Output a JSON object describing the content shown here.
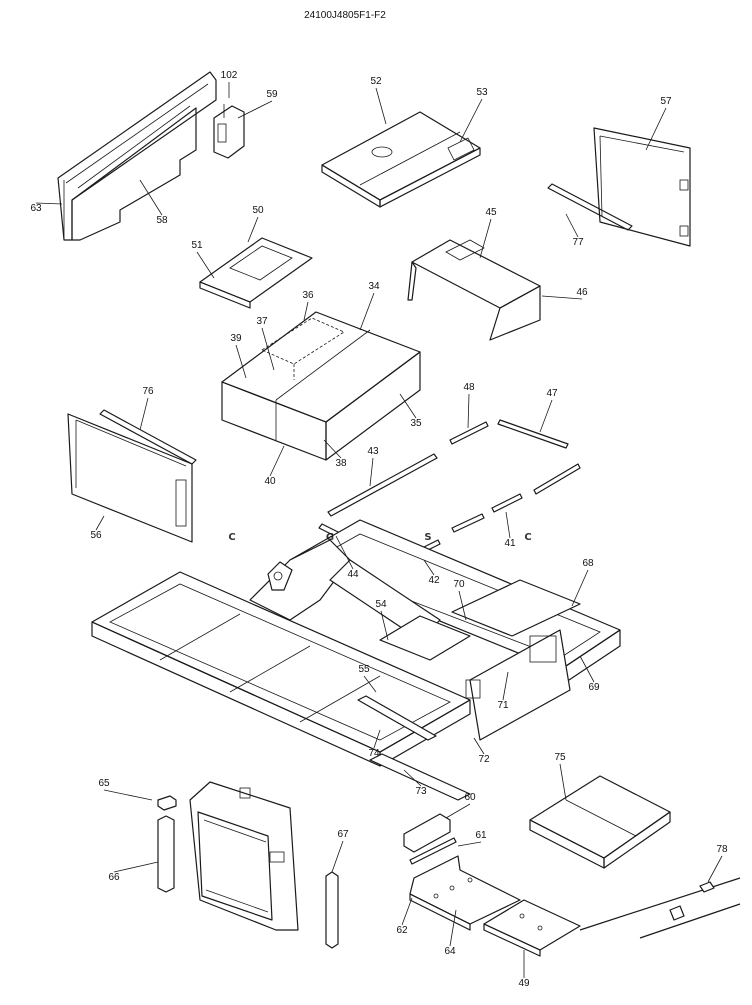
{
  "drawing_code": "24100J4805F1-F2",
  "watermark": {
    "letters": [
      "C",
      "G",
      "S",
      "C"
    ],
    "colors": [
      "#4f8df5",
      "#ef7a7a",
      "#f6d24a",
      "#3fa878"
    ]
  },
  "callouts": [
    "102",
    "59",
    "52",
    "53",
    "57",
    "63",
    "58",
    "50",
    "51",
    "45",
    "46",
    "77",
    "34",
    "36",
    "37",
    "39",
    "76",
    "48",
    "47",
    "43",
    "35",
    "38",
    "40",
    "56",
    "41",
    "44",
    "42",
    "70",
    "68",
    "54",
    "55",
    "69",
    "71",
    "74",
    "72",
    "73",
    "75",
    "65",
    "60",
    "61",
    "66",
    "67",
    "62",
    "64",
    "78",
    "49"
  ]
}
